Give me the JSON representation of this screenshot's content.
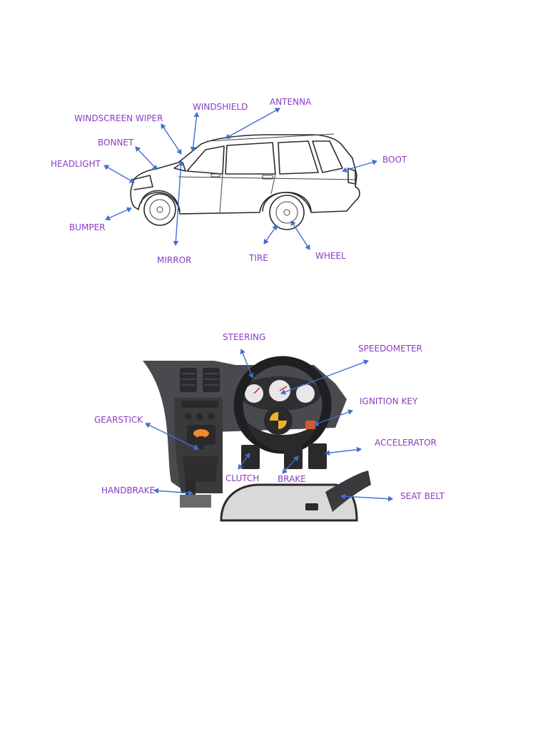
{
  "colors": {
    "label": "#8a3cc4",
    "arrow": "#3f6fd1",
    "dash": "#4a4a4e",
    "dash_dark": "#2a2a2c",
    "seat": "#d9d9d9",
    "accent_orange": "#f08a2a",
    "accent_yellow": "#f2b02a"
  },
  "exterior": {
    "labels": {
      "windscreen_wiper": "WINDSCREEN WIPER",
      "windshield": "WINDSHIELD",
      "antenna": "ANTENNA",
      "bonnet": "BONNET",
      "headlight": "HEADLIGHT",
      "boot": "BOOT",
      "bumper": "BUMPER",
      "mirror": "MIRROR",
      "tire": "TIRE",
      "wheel": "WHEEL"
    }
  },
  "interior": {
    "labels": {
      "steering": "STEERING",
      "speedometer": "SPEEDOMETER",
      "ignition_key": "IGNITION KEY",
      "gearstick": "GEARSTICK",
      "accelerator": "ACCELERATOR",
      "clutch": "CLUTCH",
      "brake": "BRAKE",
      "handbrake": "HANDBRAKE",
      "seat_belt": "SEAT BELT"
    }
  }
}
